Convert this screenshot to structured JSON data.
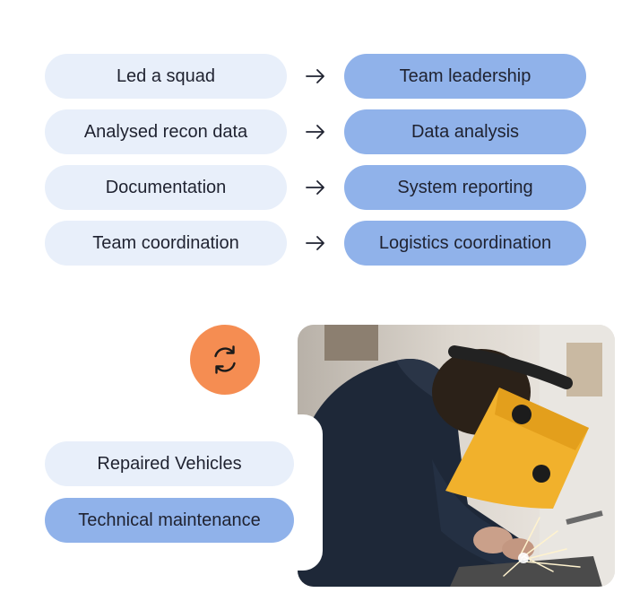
{
  "mappings": [
    {
      "from": "Led a squad",
      "to": "Team leadership"
    },
    {
      "from": "Analysed recon data",
      "to": "Data analysis"
    },
    {
      "from": "Documentation",
      "to": "System reporting"
    },
    {
      "from": "Team coordination",
      "to": "Logistics coordination"
    }
  ],
  "icons": {
    "arrow": "arrow-right-icon",
    "sync": "sync-icon"
  },
  "bottom": {
    "from": "Repaired Vehicles",
    "to": "Technical maintenance"
  },
  "colors": {
    "light_pill": "#e8effa",
    "blue_pill": "#90b2ea",
    "orange": "#f58d52",
    "text": "#1f2230"
  }
}
